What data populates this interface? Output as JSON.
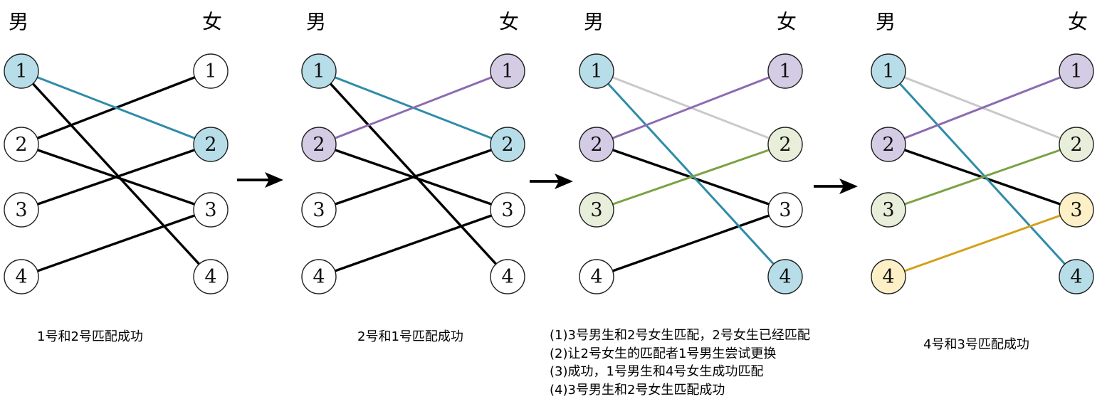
{
  "diagram": {
    "column_labels": {
      "male": "男",
      "female": "女"
    },
    "node_colors": {
      "blue": "#b7dde8",
      "purple": "#d4cbe4",
      "green": "#e7efda",
      "yellow": "#fdf0c6",
      "white": "#ffffff"
    },
    "edge_colors": {
      "teal": "#2f8ca8",
      "purple": "#8b6bb1",
      "green": "#7ca144",
      "gold": "#d5a018",
      "gray": "#c9c9c9",
      "black": "#000000"
    },
    "node_stroke_color": "#1f1f1f",
    "panels": [
      {
        "name": "step-1",
        "male_nodes": [
          {
            "label": "1",
            "fill": "blue"
          },
          {
            "label": "2",
            "fill": "white"
          },
          {
            "label": "3",
            "fill": "white"
          },
          {
            "label": "4",
            "fill": "white"
          }
        ],
        "female_nodes": [
          {
            "label": "1",
            "fill": "white"
          },
          {
            "label": "2",
            "fill": "blue"
          },
          {
            "label": "3",
            "fill": "white"
          },
          {
            "label": "4",
            "fill": "white"
          }
        ],
        "edges": [
          {
            "male": 1,
            "female": 2,
            "color": "teal"
          },
          {
            "male": 1,
            "female": 4,
            "color": "black"
          },
          {
            "male": 2,
            "female": 1,
            "color": "black"
          },
          {
            "male": 2,
            "female": 3,
            "color": "black"
          },
          {
            "male": 3,
            "female": 2,
            "color": "black"
          },
          {
            "male": 4,
            "female": 3,
            "color": "black"
          }
        ],
        "caption_lines": [
          "1号和2号匹配成功"
        ]
      },
      {
        "name": "step-2",
        "male_nodes": [
          {
            "label": "1",
            "fill": "blue"
          },
          {
            "label": "2",
            "fill": "purple"
          },
          {
            "label": "3",
            "fill": "white"
          },
          {
            "label": "4",
            "fill": "white"
          }
        ],
        "female_nodes": [
          {
            "label": "1",
            "fill": "purple"
          },
          {
            "label": "2",
            "fill": "blue"
          },
          {
            "label": "3",
            "fill": "white"
          },
          {
            "label": "4",
            "fill": "white"
          }
        ],
        "edges": [
          {
            "male": 1,
            "female": 2,
            "color": "teal"
          },
          {
            "male": 1,
            "female": 4,
            "color": "black"
          },
          {
            "male": 2,
            "female": 1,
            "color": "purple"
          },
          {
            "male": 2,
            "female": 3,
            "color": "black"
          },
          {
            "male": 3,
            "female": 2,
            "color": "black"
          },
          {
            "male": 4,
            "female": 3,
            "color": "black"
          }
        ],
        "caption_lines": [
          "2号和1号匹配成功"
        ]
      },
      {
        "name": "step-3",
        "male_nodes": [
          {
            "label": "1",
            "fill": "blue"
          },
          {
            "label": "2",
            "fill": "purple"
          },
          {
            "label": "3",
            "fill": "green"
          },
          {
            "label": "4",
            "fill": "white"
          }
        ],
        "female_nodes": [
          {
            "label": "1",
            "fill": "purple"
          },
          {
            "label": "2",
            "fill": "green"
          },
          {
            "label": "3",
            "fill": "white"
          },
          {
            "label": "4",
            "fill": "blue"
          }
        ],
        "edges": [
          {
            "male": 1,
            "female": 2,
            "color": "gray"
          },
          {
            "male": 1,
            "female": 4,
            "color": "teal"
          },
          {
            "male": 2,
            "female": 1,
            "color": "purple"
          },
          {
            "male": 2,
            "female": 3,
            "color": "black"
          },
          {
            "male": 3,
            "female": 2,
            "color": "green"
          },
          {
            "male": 4,
            "female": 3,
            "color": "black"
          }
        ],
        "caption_lines": [
          "(1)3号男生和2号女生匹配，2号女生已经匹配",
          "(2)让2号女生的匹配者1号男生尝试更换",
          "(3)成功，1号男生和4号女生成功匹配",
          "(4)3号男生和2号女生匹配成功"
        ]
      },
      {
        "name": "step-4",
        "male_nodes": [
          {
            "label": "1",
            "fill": "blue"
          },
          {
            "label": "2",
            "fill": "purple"
          },
          {
            "label": "3",
            "fill": "green"
          },
          {
            "label": "4",
            "fill": "yellow"
          }
        ],
        "female_nodes": [
          {
            "label": "1",
            "fill": "purple"
          },
          {
            "label": "2",
            "fill": "green"
          },
          {
            "label": "3",
            "fill": "yellow"
          },
          {
            "label": "4",
            "fill": "blue"
          }
        ],
        "edges": [
          {
            "male": 1,
            "female": 2,
            "color": "gray"
          },
          {
            "male": 1,
            "female": 4,
            "color": "teal"
          },
          {
            "male": 2,
            "female": 1,
            "color": "purple"
          },
          {
            "male": 2,
            "female": 3,
            "color": "black"
          },
          {
            "male": 3,
            "female": 2,
            "color": "green"
          },
          {
            "male": 4,
            "female": 3,
            "color": "gold"
          }
        ],
        "caption_lines": [
          "4号和3号匹配成功"
        ]
      }
    ]
  }
}
